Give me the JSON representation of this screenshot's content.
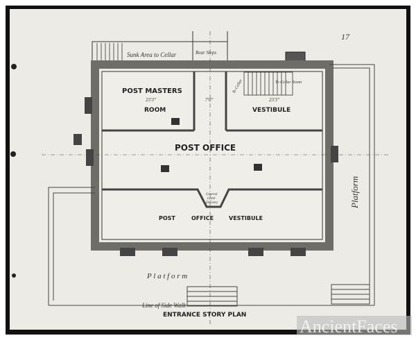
{
  "plan": {
    "title": "ENTRANCE STORY PLAN",
    "rooms": {
      "sunk_area": "Sunk Area to Cellar",
      "rear_steps": "Rear Steps",
      "post_masters": "POST MASTERS",
      "room": "ROOM",
      "vestibule": "VESTIBULE",
      "post_office": "POST OFFICE",
      "post_office_vestibule_1": "POST",
      "post_office_vestibule_2": "OFFICE",
      "post_office_vestibule_3": "VESTIBULE",
      "general_letter_delivery": [
        "General",
        "Letter",
        "Delivery"
      ],
      "cellar_stairs": "To Cellar Room",
      "to_cellar": "To Cellar"
    },
    "dimensions": {
      "pm_width": "23'3\"",
      "hall_width": "7'0\"",
      "vest_width": "23'3\""
    },
    "platform_right": "Platform",
    "platform_bottom": "P l a t f o r m",
    "sidewalk": "Line of Side Walk",
    "sheet_number": "17"
  },
  "watermark": "AncientFaces",
  "colors": {
    "paper": "#ecebe6",
    "ink": "#2a2a2a",
    "wall": "#6f6d68",
    "frame": "#111111"
  }
}
